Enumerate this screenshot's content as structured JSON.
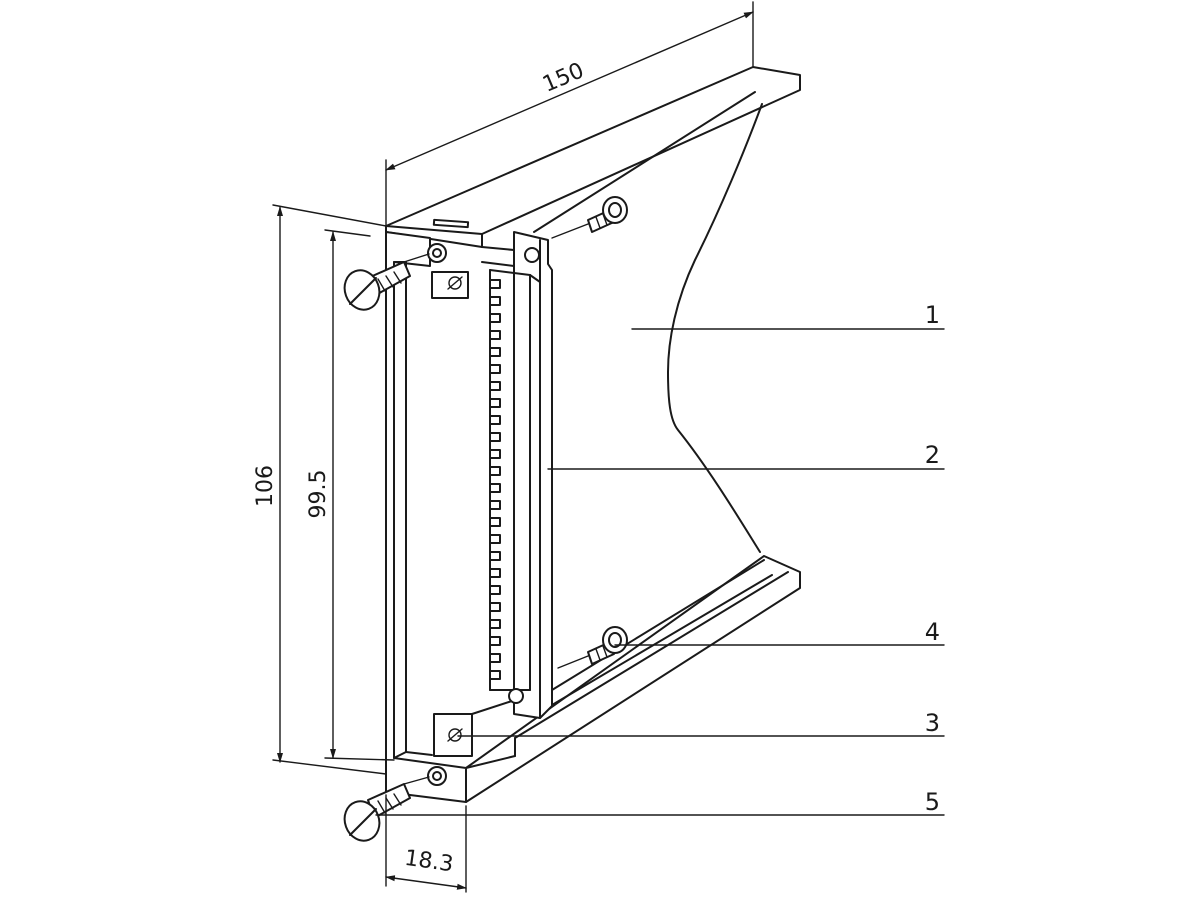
{
  "dimensions": {
    "length": "150",
    "height_outer": "106",
    "height_inner": "99.5",
    "width": "18.3"
  },
  "callouts": [
    "1",
    "2",
    "3",
    "4",
    "5"
  ]
}
